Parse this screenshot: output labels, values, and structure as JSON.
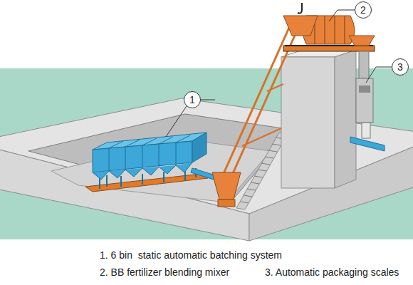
{
  "diagram": {
    "nodes": [
      {
        "text": [
          "1"
        ]
      },
      {
        "text": [
          "2"
        ]
      },
      {
        "text": [
          "3"
        ]
      }
    ],
    "labels": [
      "1. 6 bin  static automatic batching system",
      "2. BB fertilizer blending mixer",
      "3. Automatic packaging scales"
    ]
  }
}
